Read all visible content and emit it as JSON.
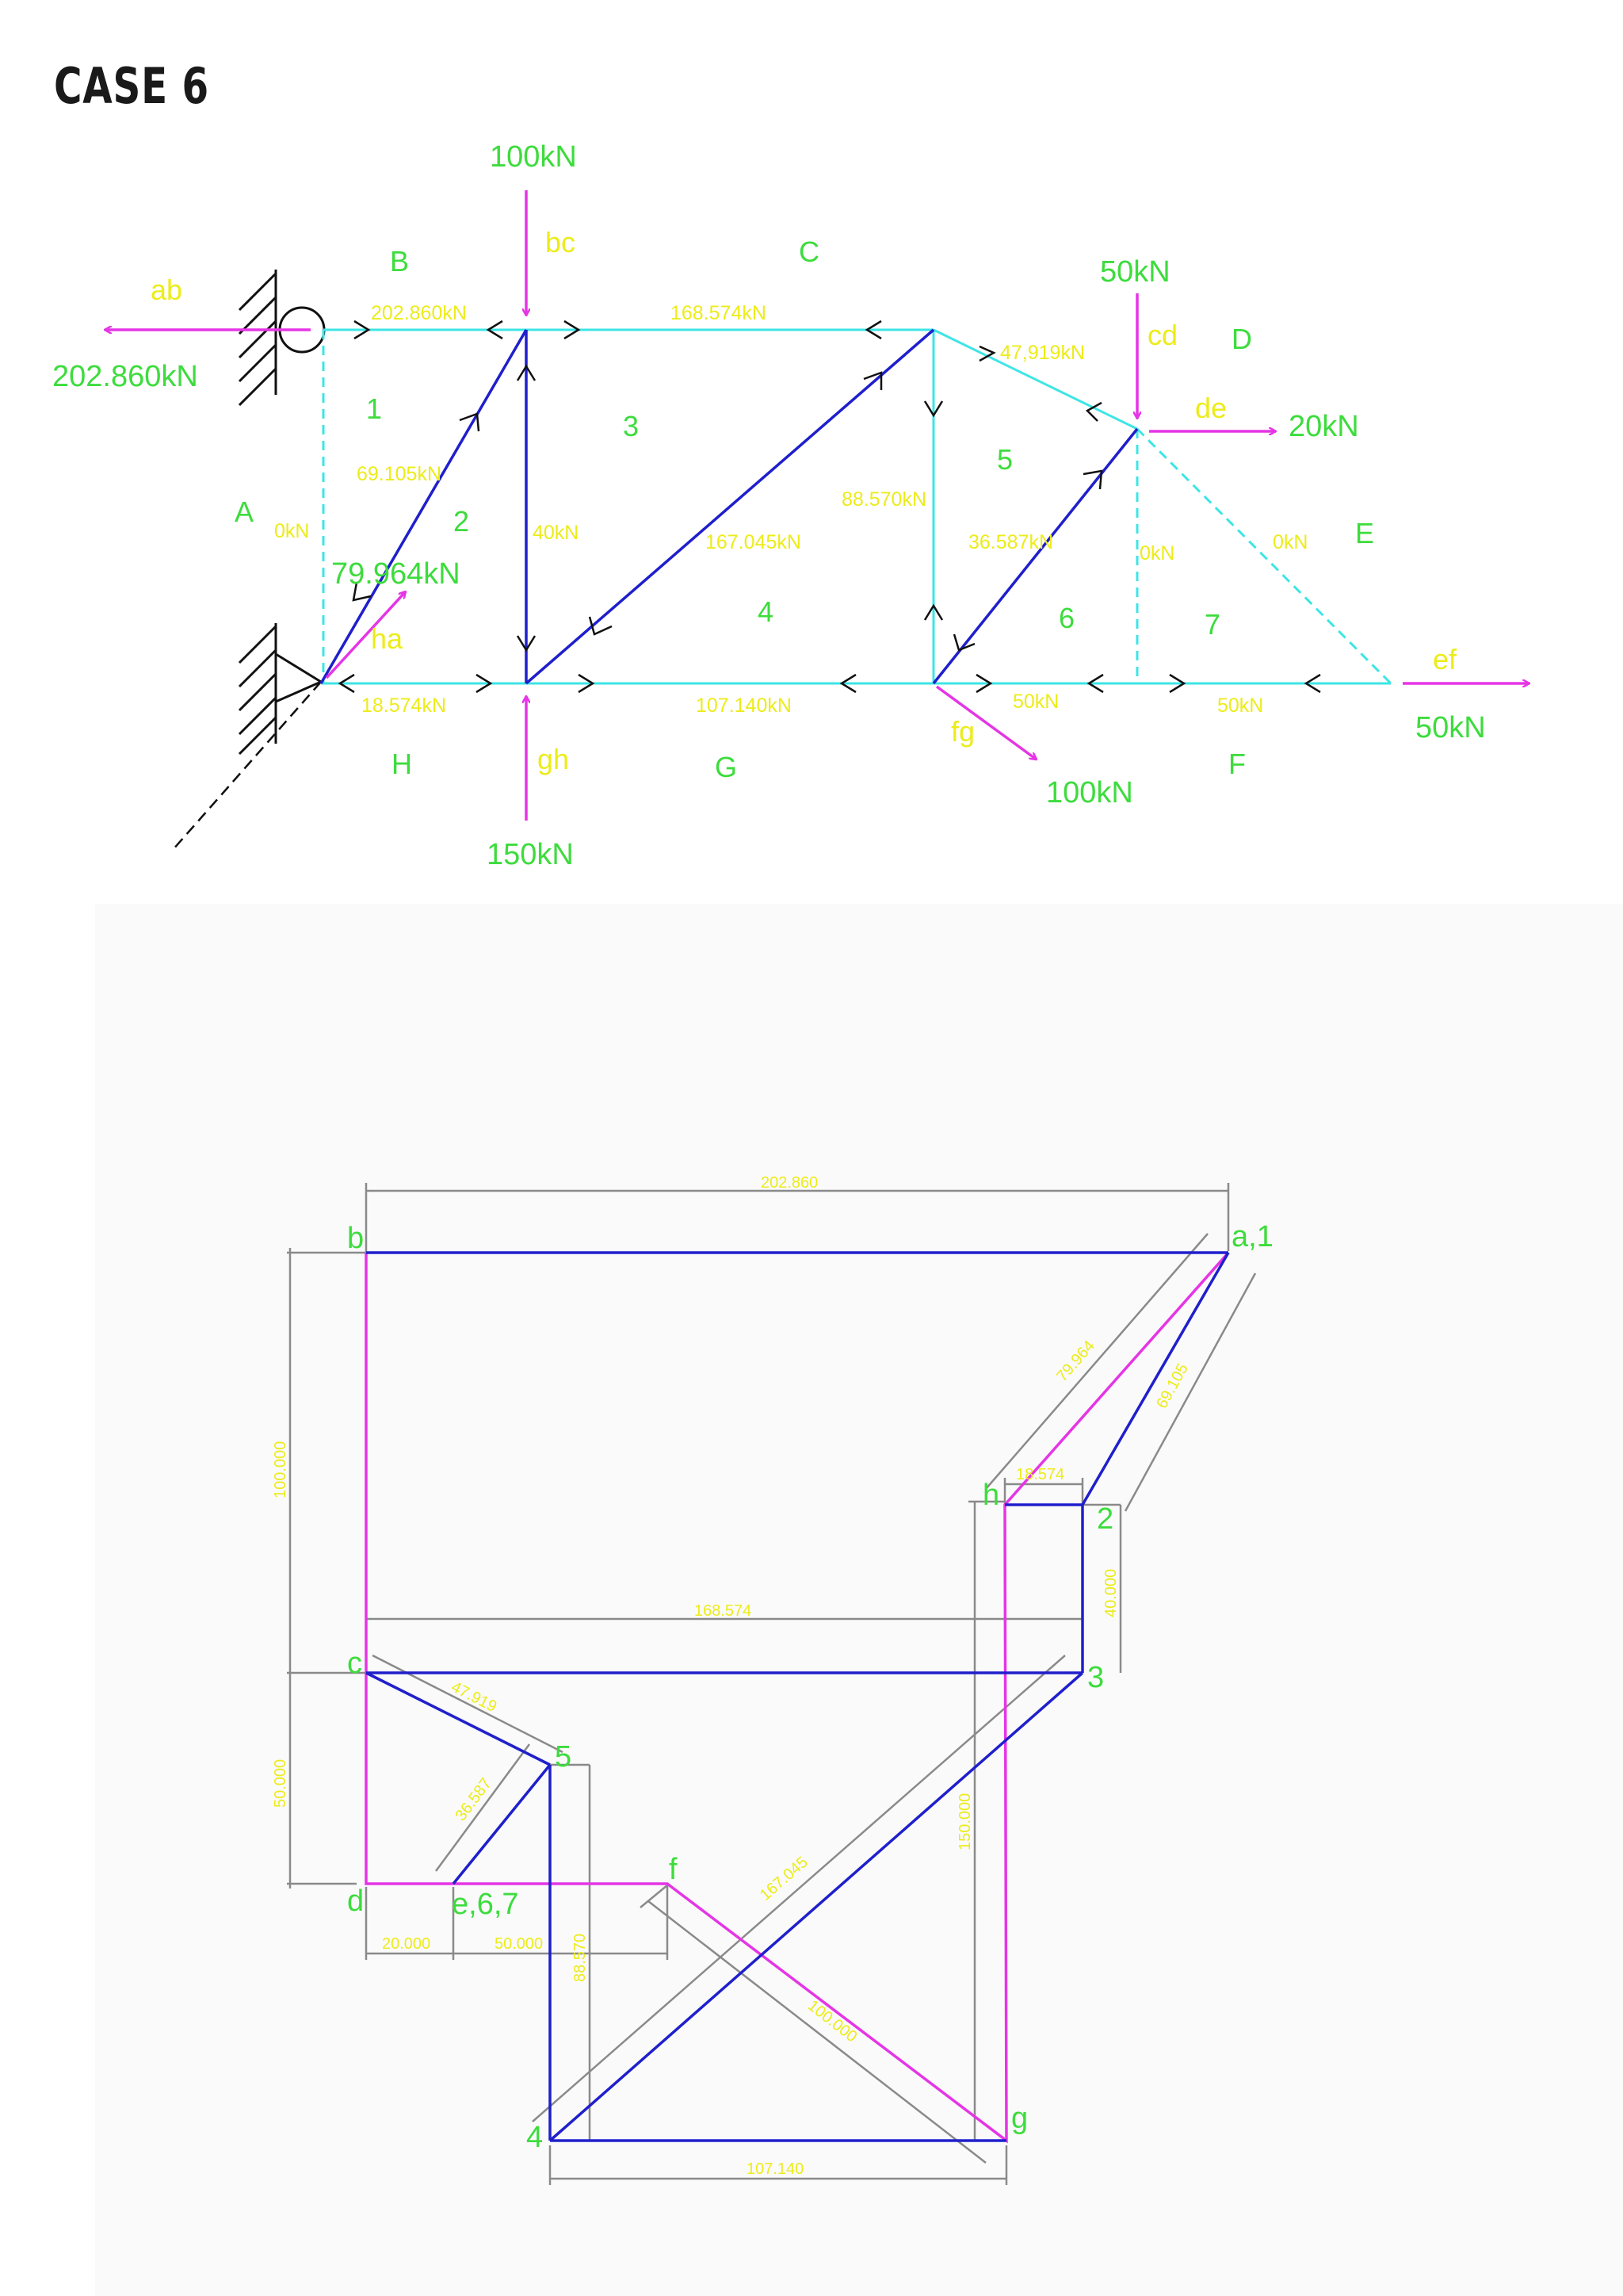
{
  "heading": "CASE 6",
  "truss": {
    "loads": {
      "top_load": "100kN",
      "node_load": "50kN",
      "right_load": "20kN",
      "left_reaction": "202.860kN",
      "support_reaction": "79.964kN",
      "bottom_load": "150kN",
      "bottom_diag_load": "100kN",
      "end_load": "50kN"
    },
    "bow_labels": {
      "ab": "ab",
      "bc": "bc",
      "cd": "cd",
      "de": "de",
      "ef": "ef",
      "fg": "fg",
      "gh": "gh",
      "ha": "ha",
      "A": "A",
      "B": "B",
      "C": "C",
      "D": "D",
      "E": "E",
      "F": "F",
      "G": "G",
      "H": "H",
      "n1": "1",
      "n2": "2",
      "n3": "3",
      "n4": "4",
      "n5": "5",
      "n6": "6",
      "n7": "7"
    },
    "member_forces": {
      "top_left": "202.860kN",
      "top_mid": "168.574kN",
      "top_slope": "47,919kN",
      "left_vertical": "0kN",
      "diag_1": "69.105kN",
      "vert_2": "40kN",
      "diag_3": "167.045kN",
      "vert_5": "88.570kN",
      "diag_6": "36.587kN",
      "vert_7": "0kN",
      "right_slope": "0kN",
      "bot_1": "18.574kN",
      "bot_2": "107.140kN",
      "bot_3": "50kN",
      "bot_4": "50kN"
    }
  },
  "force_diagram": {
    "points": {
      "a": "a,1",
      "b": "b",
      "c": "c",
      "d": "d",
      "e": "e,6,7",
      "f": "f",
      "g": "g",
      "h": "h",
      "p2": "2",
      "p3": "3",
      "p4": "4",
      "p5": "5"
    },
    "dims": {
      "top": "202.860",
      "mid": "168.574",
      "left_100": "100.000",
      "left_50": "50.000",
      "d_20": "20.000",
      "d_50": "50.000",
      "v_88": "88.570",
      "v_40": "40.000",
      "v_150": "150.000",
      "b_107": "107.140",
      "h_18": "18.574",
      "a_79": "79.964",
      "a_69": "69.105",
      "c_47": "47.919",
      "e_36": "36.587",
      "d_167": "167.045",
      "f_100": "100.000"
    }
  }
}
